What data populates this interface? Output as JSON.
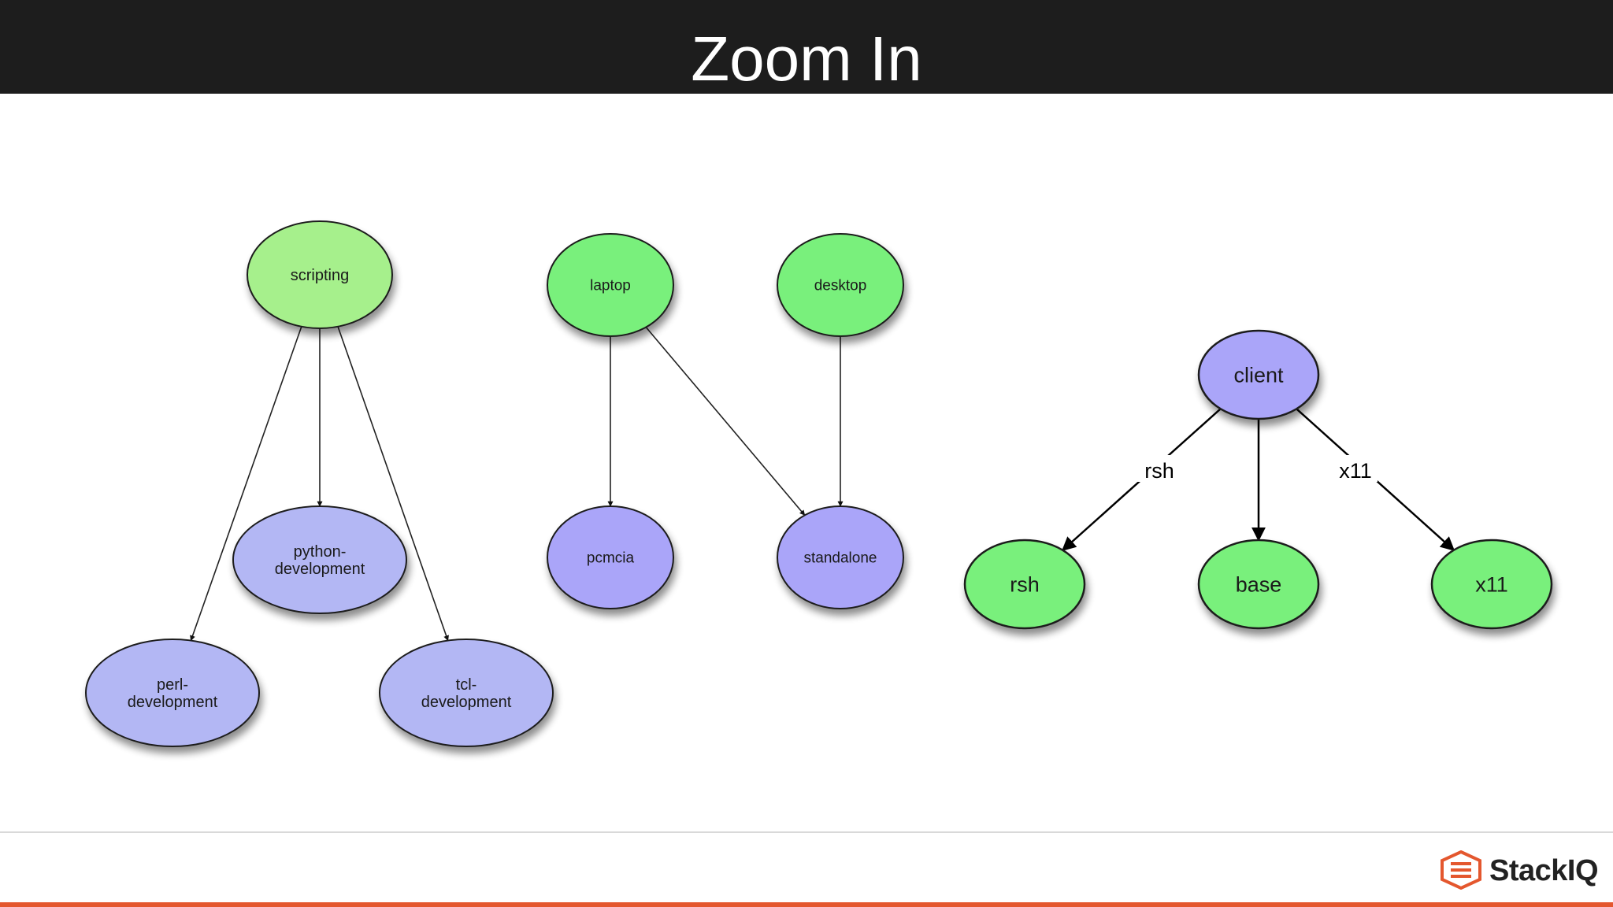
{
  "slide": {
    "title": "Zoom In"
  },
  "colors": {
    "title_bar": "#1d1d1d",
    "light_green": "#a6f08c",
    "green": "#79f07c",
    "light_purple": "#b3b7f4",
    "purple": "#aaa5f9",
    "node_stroke": "#1f1f1f",
    "accent": "#e4572e"
  },
  "diagrams": [
    {
      "name": "scripting-graph",
      "nodes": [
        {
          "id": "scripting",
          "lines": [
            "scripting"
          ],
          "fill": "light_green"
        },
        {
          "id": "python-development",
          "lines": [
            "python-",
            "development"
          ],
          "fill": "light_purple"
        },
        {
          "id": "perl-development",
          "lines": [
            "perl-",
            "development"
          ],
          "fill": "light_purple"
        },
        {
          "id": "tcl-development",
          "lines": [
            "tcl-",
            "development"
          ],
          "fill": "light_purple"
        }
      ],
      "edges": [
        {
          "from": "scripting",
          "to": "python-development"
        },
        {
          "from": "scripting",
          "to": "perl-development"
        },
        {
          "from": "scripting",
          "to": "tcl-development"
        }
      ]
    },
    {
      "name": "laptop-desktop-graph",
      "nodes": [
        {
          "id": "laptop",
          "lines": [
            "laptop"
          ],
          "fill": "green"
        },
        {
          "id": "desktop",
          "lines": [
            "desktop"
          ],
          "fill": "green"
        },
        {
          "id": "pcmcia",
          "lines": [
            "pcmcia"
          ],
          "fill": "purple"
        },
        {
          "id": "standalone",
          "lines": [
            "standalone"
          ],
          "fill": "purple"
        }
      ],
      "edges": [
        {
          "from": "laptop",
          "to": "pcmcia"
        },
        {
          "from": "laptop",
          "to": "standalone"
        },
        {
          "from": "desktop",
          "to": "standalone"
        }
      ]
    },
    {
      "name": "client-graph",
      "nodes": [
        {
          "id": "client",
          "lines": [
            "client"
          ],
          "fill": "purple"
        },
        {
          "id": "rsh",
          "lines": [
            "rsh"
          ],
          "fill": "green"
        },
        {
          "id": "base",
          "lines": [
            "base"
          ],
          "fill": "green"
        },
        {
          "id": "x11",
          "lines": [
            "x11"
          ],
          "fill": "green"
        }
      ],
      "edges": [
        {
          "from": "client",
          "to": "rsh",
          "label": "rsh"
        },
        {
          "from": "client",
          "to": "base"
        },
        {
          "from": "client",
          "to": "x11",
          "label": "x11"
        }
      ]
    }
  ],
  "footer": {
    "logo_text": "StackIQ",
    "logo_icon": "stackiq-logo-icon"
  }
}
